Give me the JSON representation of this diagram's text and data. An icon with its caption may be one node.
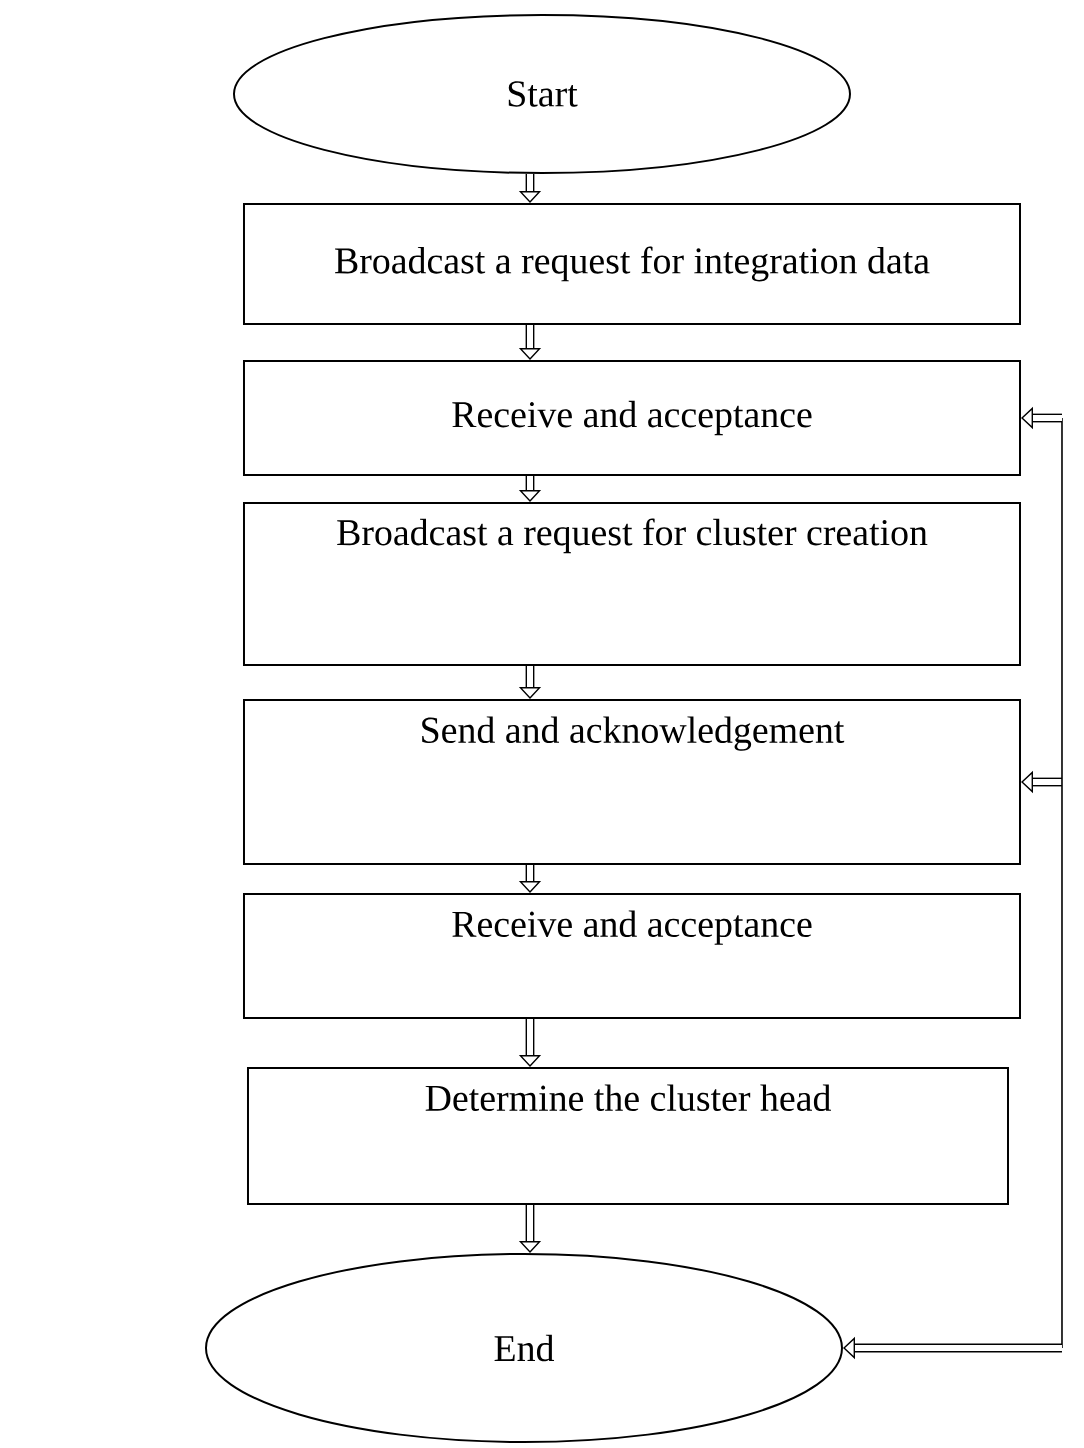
{
  "diagram": {
    "nodes": [
      {
        "text": [
          "Start"
        ]
      },
      {
        "text": [
          "Broadcast a request for integration data"
        ]
      },
      {
        "text": [
          "Receive and acceptance"
        ]
      },
      {
        "text": [
          "Broadcast a request for cluster creation"
        ]
      },
      {
        "text": [
          "Send and acknowledgement"
        ]
      },
      {
        "text": [
          "Receive and acceptance"
        ]
      },
      {
        "text": [
          "Determine the cluster head"
        ]
      },
      {
        "text": [
          "End"
        ]
      }
    ],
    "edges": [
      {
        "from": 0,
        "to": 1,
        "arrow": "to"
      },
      {
        "from": 1,
        "to": 2,
        "arrow": "to"
      },
      {
        "from": 2,
        "to": 3,
        "arrow": "to"
      },
      {
        "from": 3,
        "to": 4,
        "arrow": "to"
      },
      {
        "from": 4,
        "to": 5,
        "arrow": "to"
      },
      {
        "from": 5,
        "to": 6,
        "arrow": "to"
      },
      {
        "from": 6,
        "to": 7,
        "arrow": "to"
      },
      {
        "from": null,
        "to": 2,
        "arrow": "to"
      },
      {
        "from": null,
        "to": 4,
        "arrow": "to"
      },
      {
        "from": null,
        "to": 7,
        "arrow": "to"
      }
    ]
  }
}
